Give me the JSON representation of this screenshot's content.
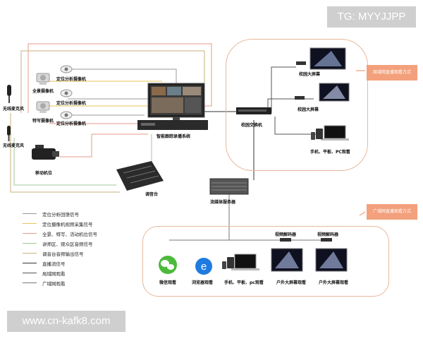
{
  "watermarks": {
    "top_right": "TG: MYYJJPP",
    "bottom_left": "www.cn-kafk8.com"
  },
  "regions": {
    "lan_tag": "局域网直播观看方式",
    "wan_tag": "广域网直播观看方式"
  },
  "devices": {
    "wireless_mic_1": "无线麦克风",
    "fullview_camera": "全景摄像机",
    "positioning_camera_1": "定位分析摄像机",
    "positioning_camera_2": "定位分析摄像机",
    "positioning_camera_3": "定位分析摄像机",
    "closeup_camera": "特写摄像机",
    "wireless_mic_2": "无线麦克风",
    "mobile_camera": "移动机位",
    "recording_system": "智能跟踪录播系统",
    "mixer": "调音台",
    "campus_switch": "校园交换机",
    "campus_screen_1": "校园大屏幕",
    "campus_screen_2": "校园大屏幕",
    "campus_devices": "手机、平板、PC观看",
    "streaming_server": "流媒体服务器",
    "wechat": "微信观看",
    "browser": "浏览器观看",
    "wan_devices": "手机、平板、pc观看",
    "decoder_1": "视频解码器",
    "decoder_2": "视频解码器",
    "outdoor_screen_1": "户外大屏幕观看",
    "outdoor_screen_2": "户外大屏幕观看"
  },
  "legend": [
    {
      "label": "定位分析回馈信号",
      "color": "#999999"
    },
    {
      "label": "定位摄像机视频采集信号",
      "color": "#e8c55a"
    },
    {
      "label": "全景、特写、活动机位信号",
      "color": "#e79a8a"
    },
    {
      "label": "讲师区、观众区音频信号",
      "color": "#a6c79a"
    },
    {
      "label": "调音台音频输出信号",
      "color": "#c9b07a"
    },
    {
      "label": "直播流信号",
      "color": "#333333"
    },
    {
      "label": "局域网观看",
      "color": "#555555"
    },
    {
      "label": "广域网观看",
      "color": "#777777"
    }
  ]
}
